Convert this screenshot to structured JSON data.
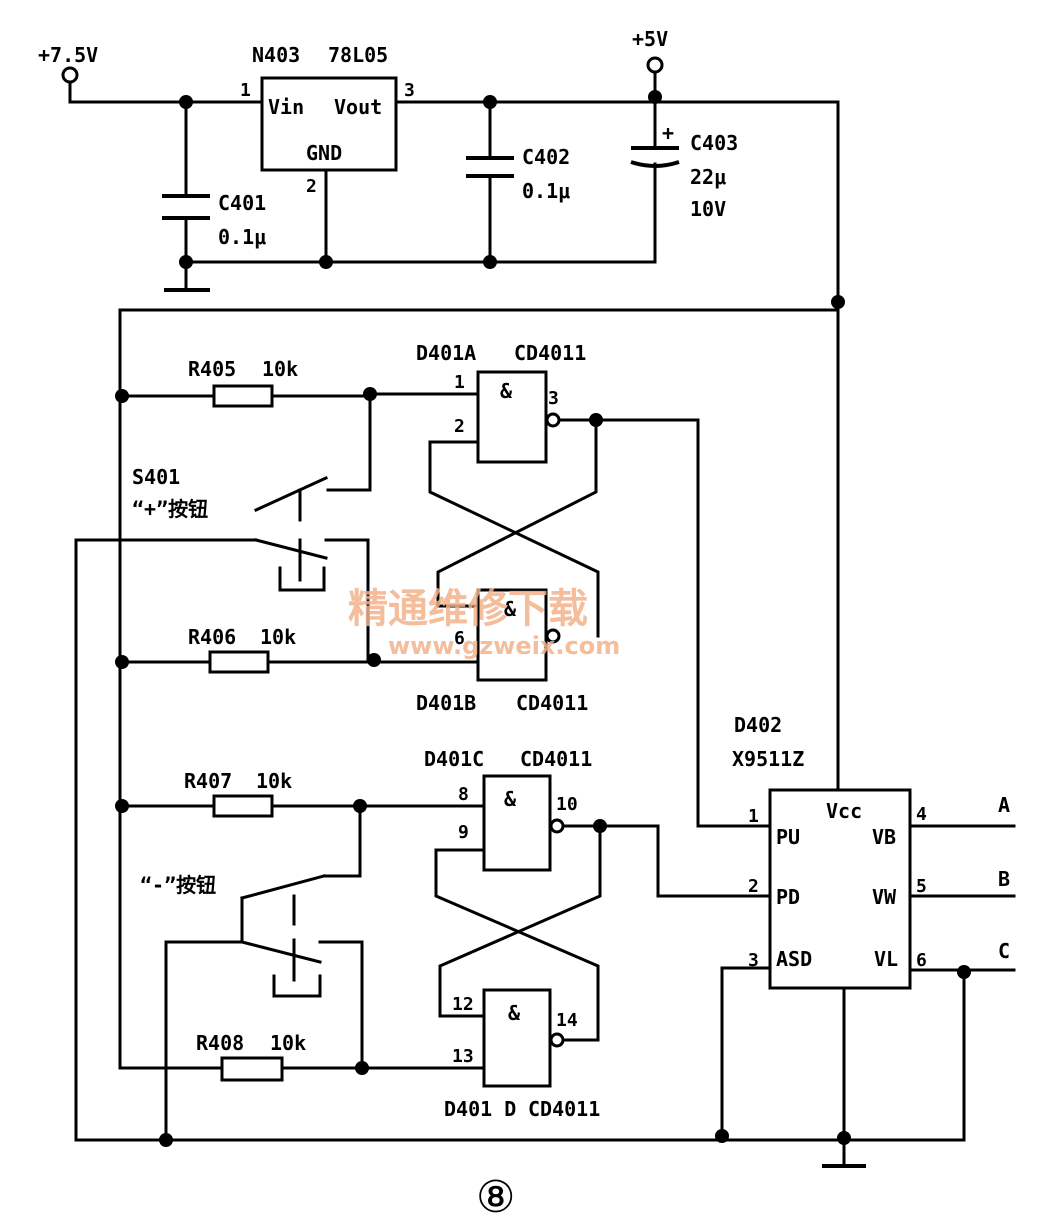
{
  "power": {
    "v75": "+7.5V",
    "v5": "+5V",
    "reg_ref": "N403",
    "reg_type": "78L05",
    "reg_vin": "Vin",
    "reg_vout": "Vout",
    "reg_gnd": "GND",
    "pin1": "1",
    "pin2": "2",
    "pin3": "3",
    "c401_ref": "C401",
    "c401_val": "0.1μ",
    "c402_ref": "C402",
    "c402_val": "0.1μ",
    "c403_ref": "C403",
    "c403_val": "22μ",
    "c403_volt": "10V",
    "plus": "+"
  },
  "gates": {
    "a_ref": "D401A",
    "a_type": "CD4011",
    "b_ref": "D401B",
    "b_type": "CD4011",
    "c_ref": "D401C",
    "c_type": "CD4011",
    "d_ref": "D401 D",
    "d_type": "CD4011",
    "and_symbol": "&",
    "p1": "1",
    "p2": "2",
    "p3": "3",
    "p6": "6",
    "p8": "8",
    "p9": "9",
    "p10": "10",
    "p12": "12",
    "p13": "13",
    "p14": "14"
  },
  "resistors": {
    "r405": "R405",
    "r406": "R406",
    "r407": "R407",
    "r408": "R408",
    "value": "10k"
  },
  "switches": {
    "s401": "S401",
    "plus_button": "“+”按钮",
    "minus_button": "“-”按钮"
  },
  "pot": {
    "ref": "D402",
    "type": "X9511Z",
    "vcc": "Vcc",
    "pu": "PU",
    "pd": "PD",
    "asd": "ASD",
    "vb": "VB",
    "vw": "VW",
    "vl": "VL",
    "n1": "1",
    "n2": "2",
    "n3": "3",
    "n4": "4",
    "n5": "5",
    "n6": "6",
    "out_a": "A",
    "out_b": "B",
    "out_c": "C"
  },
  "watermark": {
    "cn": "精通维修下载",
    "url": "www.gzweix.com"
  },
  "figure": "⑧"
}
